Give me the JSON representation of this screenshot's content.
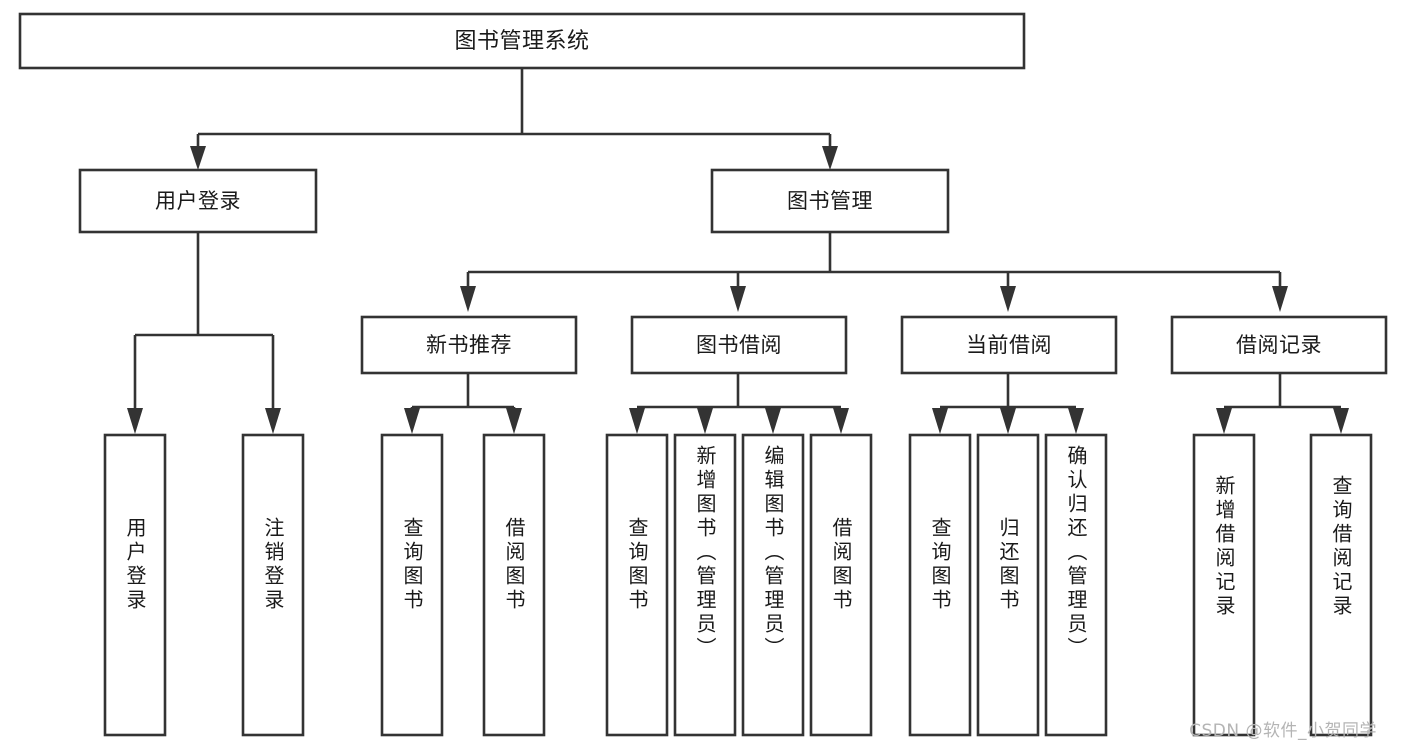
{
  "diagram": {
    "type": "tree-hierarchy",
    "title": "图书管理系统",
    "watermark": "CSDN @软件_小贺同学",
    "colors": {
      "box_stroke": "#333333",
      "box_fill": "#ffffff",
      "text": "#1a1a1a",
      "background": "#ffffff",
      "watermark": "#b4b4b4"
    },
    "root": {
      "label": "图书管理系统"
    },
    "level2": [
      {
        "label": "用户登录"
      },
      {
        "label": "图书管理"
      }
    ],
    "level3": [
      {
        "label": "新书推荐"
      },
      {
        "label": "图书借阅"
      },
      {
        "label": "当前借阅"
      },
      {
        "label": "借阅记录"
      }
    ],
    "leaves": {
      "user_login": [
        {
          "label": "用户登录"
        },
        {
          "label": "注销登录"
        }
      ],
      "new_book_recommend": [
        {
          "label": "查询图书"
        },
        {
          "label": "借阅图书"
        }
      ],
      "book_borrow": [
        {
          "label": "查询图书"
        },
        {
          "label": "新增图书（管理员）"
        },
        {
          "label": "编辑图书（管理员）"
        },
        {
          "label": "借阅图书"
        }
      ],
      "current_borrow": [
        {
          "label": "查询图书"
        },
        {
          "label": "归还图书"
        },
        {
          "label": "确认归还（管理员）"
        }
      ],
      "borrow_record": [
        {
          "label": "新增借阅记录"
        },
        {
          "label": "查询借阅记录"
        }
      ]
    }
  }
}
